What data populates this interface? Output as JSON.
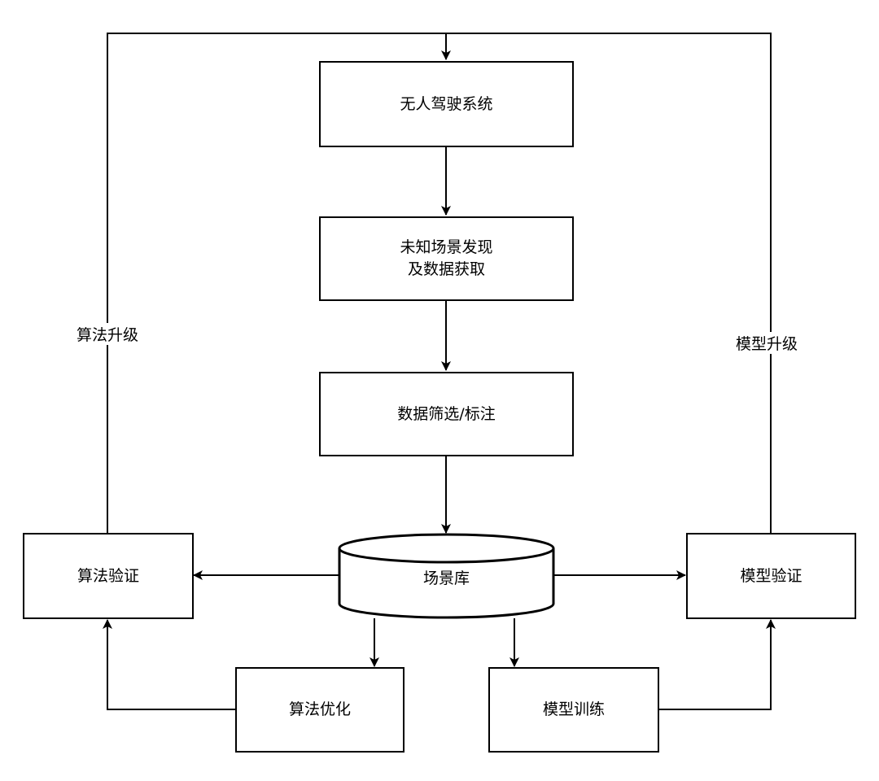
{
  "nodes": {
    "autonomous_system": "无人驾驶系统",
    "scene_discovery": "未知场景发现\n及数据获取",
    "data_filter": "数据筛选/标注",
    "scene_library": "场景库",
    "algo_validation": "算法验证",
    "model_validation": "模型验证",
    "algo_optimization": "算法优化",
    "model_training": "模型训练"
  },
  "edge_labels": {
    "algo_upgrade": "算法升级",
    "model_upgrade": "模型升级"
  }
}
